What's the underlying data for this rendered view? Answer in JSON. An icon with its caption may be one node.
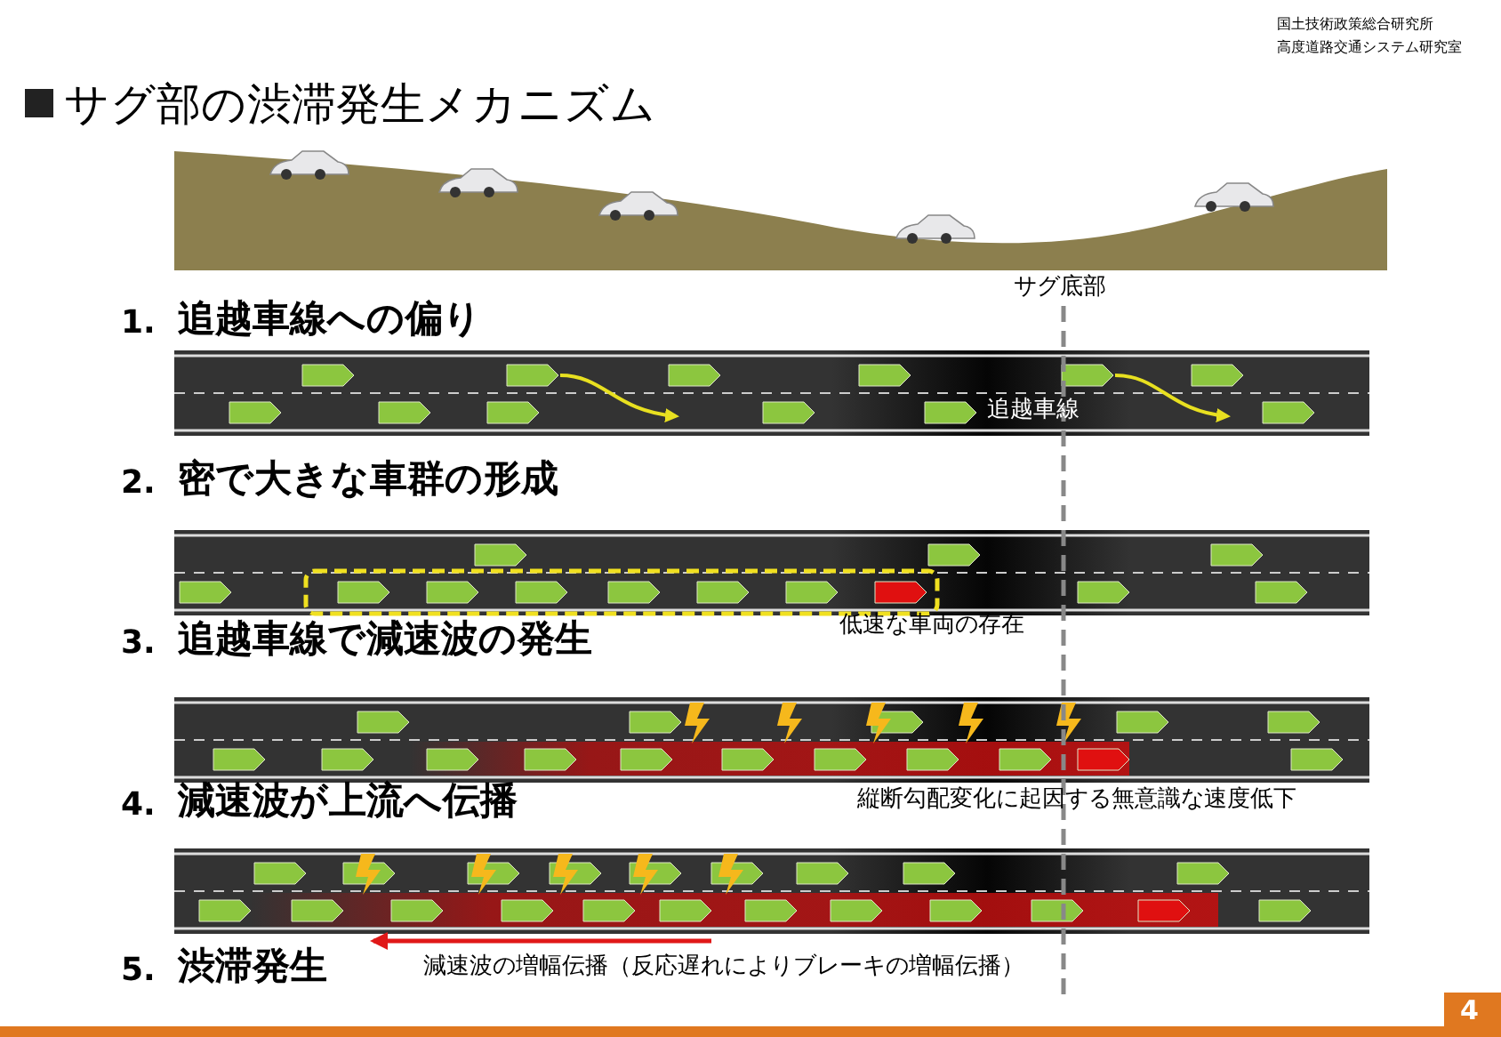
{
  "diagram": {
    "title": "サグ部の渋滞発生メカニズム",
    "labels": [
      "国土技術政策総合研究所",
      "高度道路交通システム研究室",
      "1.",
      "追越車線への偏り",
      "サグ底部",
      "追越車線",
      "2.",
      "密で大きな車群の形成",
      "低速な車両の存在",
      "3.",
      "追越車線で減速波の発生",
      "4.",
      "減速波が上流へ伝播",
      "縦断勾配変化に起因する無意識な速度低下",
      "5.",
      "渋滞発生",
      "減速波の増幅伝播（反応遅れによりブレーキの増幅伝播）",
      "4"
    ]
  }
}
